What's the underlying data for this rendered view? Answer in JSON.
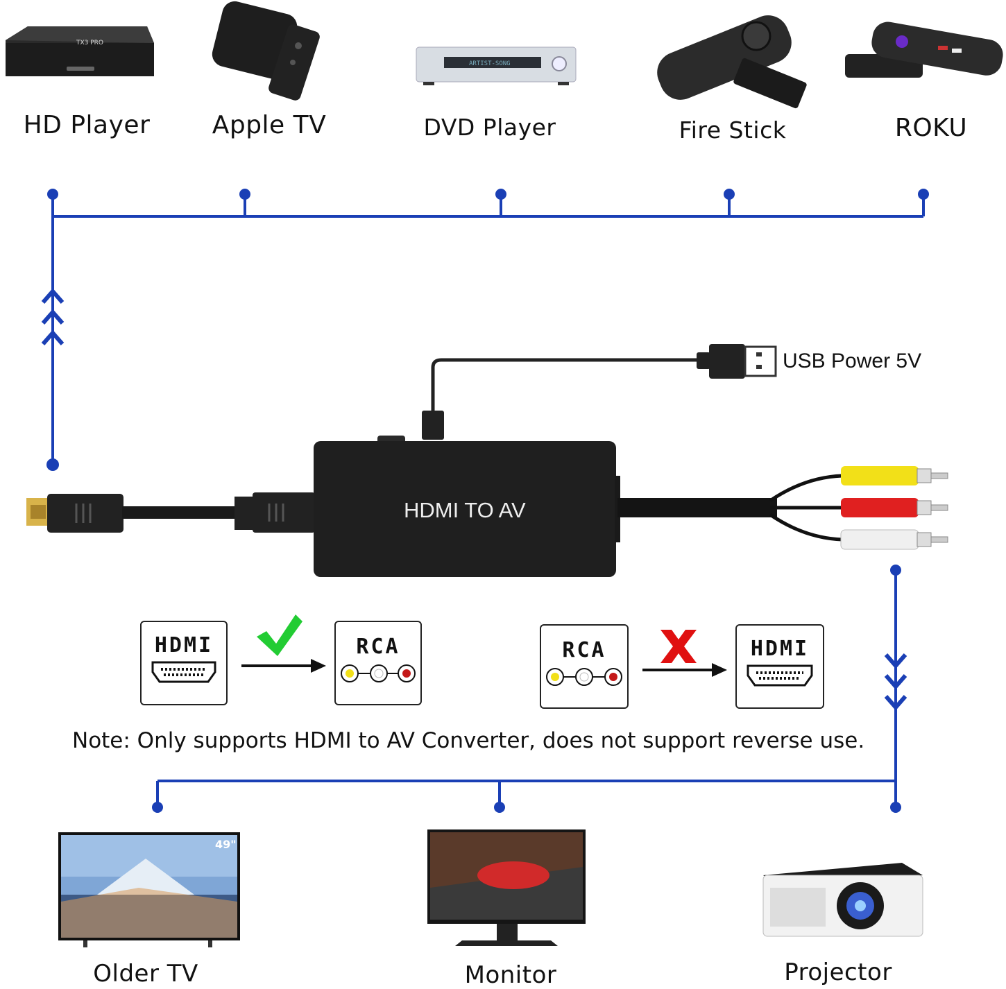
{
  "sources": [
    {
      "label": "HD Player",
      "icon": "hd-player-icon"
    },
    {
      "label": "Apple TV",
      "icon": "apple-tv-icon"
    },
    {
      "label": "DVD Player",
      "icon": "dvd-player-icon"
    },
    {
      "label": "Fire Stick",
      "icon": "fire-stick-icon"
    },
    {
      "label": "ROKU",
      "icon": "roku-icon"
    }
  ],
  "converter": {
    "label": "HDMI TO AV"
  },
  "usb": {
    "label": "USB Power 5V"
  },
  "compat": {
    "supported": {
      "from": "HDMI",
      "to": "RCA"
    },
    "unsupported": {
      "from": "RCA",
      "to": "HDMI"
    }
  },
  "note": "Note: Only supports HDMI to AV Converter, does not support reverse use.",
  "outputs": [
    {
      "label": "Older TV",
      "icon": "older-tv-icon",
      "screen_text": "49\""
    },
    {
      "label": "Monitor",
      "icon": "monitor-icon"
    },
    {
      "label": "Projector",
      "icon": "projector-icon"
    }
  ],
  "colors": {
    "line": "#1a3fb5",
    "check": "#22cc33",
    "cross": "#e01010",
    "converter": "#1f1f1f"
  }
}
